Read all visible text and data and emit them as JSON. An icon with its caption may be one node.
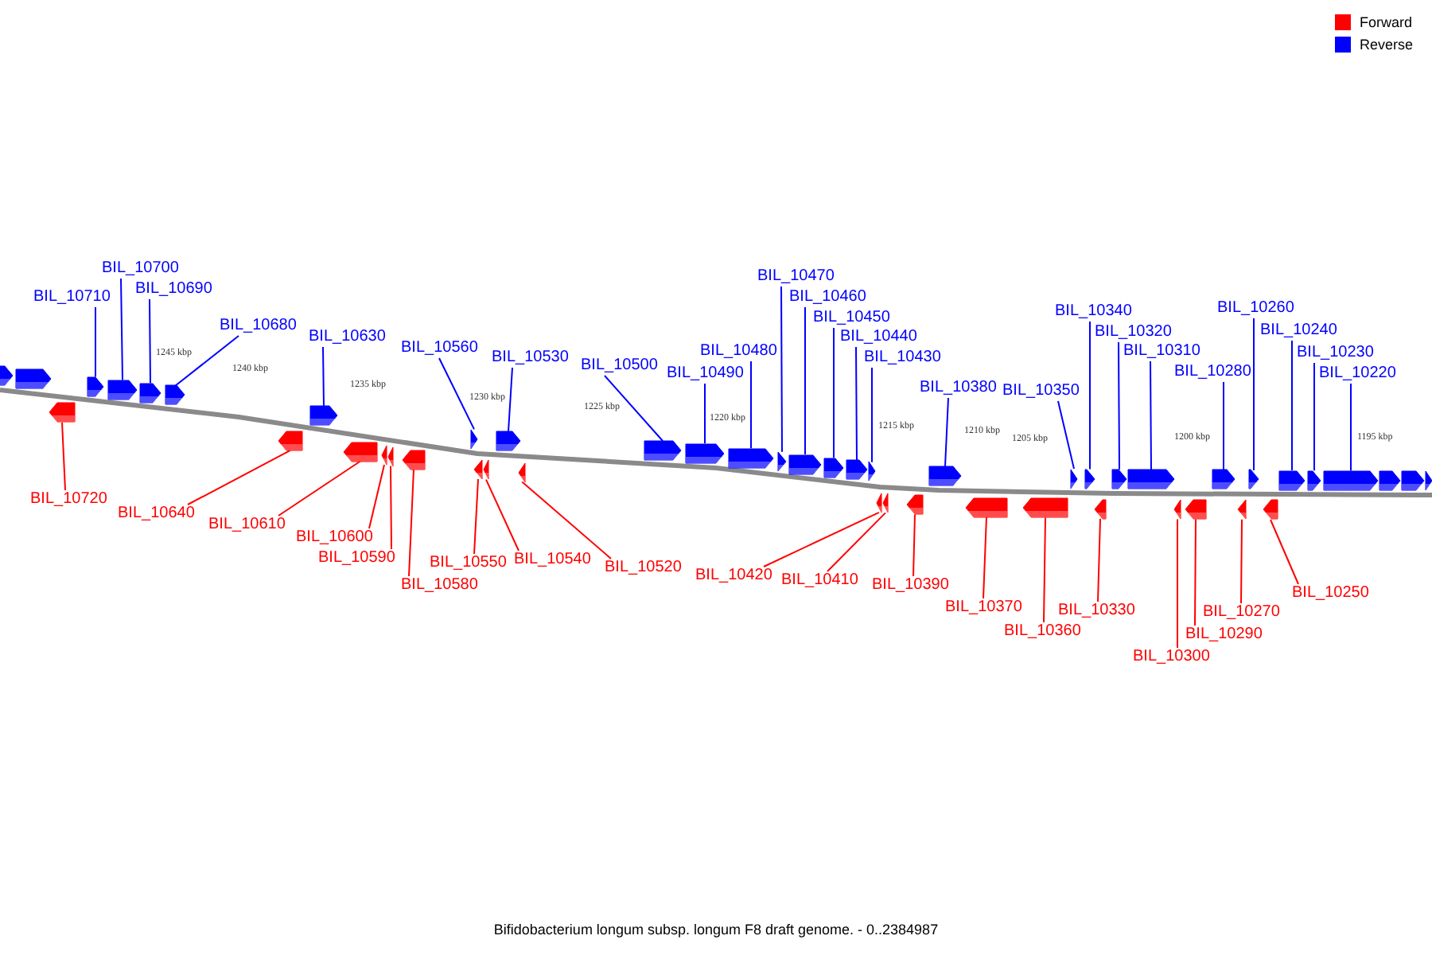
{
  "diagram": {
    "caption": "Bifidobacterium longum subsp. longum F8 draft genome. - 0..2384987",
    "nodes": [
      {
        "text": [
          "BIL_10710"
        ]
      },
      {
        "text": [
          "BIL_10700"
        ]
      },
      {
        "text": [
          "BIL_10690"
        ]
      },
      {
        "text": [
          "BIL_10680"
        ]
      },
      {
        "text": [
          "BIL_10630"
        ]
      },
      {
        "text": [
          "BIL_10560"
        ]
      },
      {
        "text": [
          "BIL_10530"
        ]
      },
      {
        "text": [
          "BIL_10500"
        ]
      },
      {
        "text": [
          "BIL_10490"
        ]
      },
      {
        "text": [
          "BIL_10480"
        ]
      },
      {
        "text": [
          "BIL_10470"
        ]
      },
      {
        "text": [
          "BIL_10460"
        ]
      },
      {
        "text": [
          "BIL_10450"
        ]
      },
      {
        "text": [
          "BIL_10440"
        ]
      },
      {
        "text": [
          "BIL_10430"
        ]
      },
      {
        "text": [
          "BIL_10380"
        ]
      },
      {
        "text": [
          "BIL_10350"
        ]
      },
      {
        "text": [
          "BIL_10340"
        ]
      },
      {
        "text": [
          "BIL_10320"
        ]
      },
      {
        "text": [
          "BIL_10310"
        ]
      },
      {
        "text": [
          "BIL_10280"
        ]
      },
      {
        "text": [
          "BIL_10260"
        ]
      },
      {
        "text": [
          "BIL_10240"
        ]
      },
      {
        "text": [
          "BIL_10230"
        ]
      },
      {
        "text": [
          "BIL_10220"
        ]
      },
      {
        "text": [
          "BIL_10720"
        ]
      },
      {
        "text": [
          "BIL_10640"
        ]
      },
      {
        "text": [
          "BIL_10610"
        ]
      },
      {
        "text": [
          "BIL_10600"
        ]
      },
      {
        "text": [
          "BIL_10590"
        ]
      },
      {
        "text": [
          "BIL_10580"
        ]
      },
      {
        "text": [
          "BIL_10550"
        ]
      },
      {
        "text": [
          "BIL_10540"
        ]
      },
      {
        "text": [
          "BIL_10520"
        ]
      },
      {
        "text": [
          "BIL_10420"
        ]
      },
      {
        "text": [
          "BIL_10410"
        ]
      },
      {
        "text": [
          "BIL_10390"
        ]
      },
      {
        "text": [
          "BIL_10370"
        ]
      },
      {
        "text": [
          "BIL_10360"
        ]
      },
      {
        "text": [
          "BIL_10330"
        ]
      },
      {
        "text": [
          "BIL_10300"
        ]
      },
      {
        "text": [
          "BIL_10290"
        ]
      },
      {
        "text": [
          "BIL_10270"
        ]
      },
      {
        "text": [
          "BIL_10250"
        ]
      },
      {
        "text": [],
        "shape": "pentagon"
      },
      {
        "text": [],
        "shape": "pentagon"
      },
      {
        "text": [],
        "shape": "pentagon"
      },
      {
        "text": [],
        "shape": "pentagon"
      },
      {
        "text": [],
        "shape": "pentagon"
      },
      {
        "text": [],
        "shape": "pentagon"
      },
      {
        "text": [],
        "shape": "pentagon"
      },
      {
        "text": [],
        "shape": "pentagon"
      },
      {
        "text": [],
        "shape": "pentagon"
      },
      {
        "text": [],
        "shape": "pentagon"
      },
      {
        "text": [],
        "shape": "pentagon"
      },
      {
        "text": [],
        "shape": "pentagon"
      },
      {
        "text": [],
        "shape": "pentagon"
      },
      {
        "text": [],
        "shape": "pentagon"
      },
      {
        "text": [],
        "shape": "pentagon"
      },
      {
        "text": [],
        "shape": "pentagon"
      },
      {
        "text": [],
        "shape": "pentagon"
      },
      {
        "text": [],
        "shape": "pentagon"
      },
      {
        "text": [],
        "shape": "pentagon"
      },
      {
        "text": [],
        "shape": "pentagon"
      },
      {
        "text": [],
        "shape": "pentagon"
      },
      {
        "text": [],
        "shape": "pentagon"
      },
      {
        "text": [],
        "shape": "pentagon"
      },
      {
        "text": [],
        "shape": "pentagon"
      },
      {
        "text": [],
        "shape": "pentagon"
      },
      {
        "text": [],
        "shape": "pentagon"
      },
      {
        "text": [],
        "shape": "pentagon"
      },
      {
        "text": [],
        "shape": "pentagon"
      },
      {
        "text": [],
        "shape": "pentagon"
      },
      {
        "text": [],
        "shape": "pentagon"
      },
      {
        "text": [],
        "shape": "pentagon"
      },
      {
        "text": [],
        "shape": "pentagon"
      },
      {
        "text": [],
        "shape": "pentagon"
      },
      {
        "text": [],
        "shape": "pentagon"
      },
      {
        "text": [],
        "shape": "pentagon"
      },
      {
        "text": [],
        "shape": "pentagon"
      },
      {
        "text": [],
        "shape": "pentagon"
      },
      {
        "text": [],
        "shape": "pentagon"
      },
      {
        "text": [],
        "shape": "pentagon"
      },
      {
        "text": [],
        "shape": "pentagon"
      },
      {
        "text": [],
        "shape": "pentagon"
      },
      {
        "text": [],
        "shape": "pentagon"
      },
      {
        "text": [],
        "shape": "pentagon"
      },
      {
        "text": [],
        "shape": "pentagon"
      },
      {
        "text": [],
        "shape": "pentagon"
      },
      {
        "text": [],
        "shape": "pentagon"
      },
      {
        "text": [],
        "shape": "pentagon"
      },
      {
        "text": [],
        "shape": "pentagon"
      },
      {
        "text": [],
        "shape": "pentagon"
      }
    ],
    "edges": [
      {
        "from": 0,
        "to": 47,
        "arrow": "none",
        "color": "#0000ff"
      },
      {
        "from": 1,
        "to": 48,
        "arrow": "none",
        "color": "#0000ff"
      },
      {
        "from": 2,
        "to": 49,
        "arrow": "none",
        "color": "#0000ff"
      },
      {
        "from": 3,
        "to": 50,
        "arrow": "none",
        "color": "#0000ff"
      },
      {
        "from": 4,
        "to": 52,
        "arrow": "none",
        "color": "#0000ff"
      },
      {
        "from": 5,
        "to": 57,
        "arrow": "none",
        "color": "#0000ff"
      },
      {
        "from": 6,
        "to": 60,
        "arrow": "none",
        "color": "#0000ff"
      },
      {
        "from": 7,
        "to": 62,
        "arrow": "none",
        "color": "#0000ff"
      },
      {
        "from": 8,
        "to": 63,
        "arrow": "none",
        "color": "#0000ff"
      },
      {
        "from": 9,
        "to": 64,
        "arrow": "none",
        "color": "#0000ff"
      },
      {
        "from": 10,
        "to": 65,
        "arrow": "none",
        "color": "#0000ff"
      },
      {
        "from": 11,
        "to": 66,
        "arrow": "none",
        "color": "#0000ff"
      },
      {
        "from": 12,
        "to": 67,
        "arrow": "none",
        "color": "#0000ff"
      },
      {
        "from": 13,
        "to": 68,
        "arrow": "none",
        "color": "#0000ff"
      },
      {
        "from": 14,
        "to": 69,
        "arrow": "none",
        "color": "#0000ff"
      },
      {
        "from": 15,
        "to": 73,
        "arrow": "none",
        "color": "#0000ff"
      },
      {
        "from": 16,
        "to": 76,
        "arrow": "none",
        "color": "#0000ff"
      },
      {
        "from": 17,
        "to": 77,
        "arrow": "none",
        "color": "#0000ff"
      },
      {
        "from": 18,
        "to": 79,
        "arrow": "none",
        "color": "#0000ff"
      },
      {
        "from": 19,
        "to": 80,
        "arrow": "none",
        "color": "#0000ff"
      },
      {
        "from": 20,
        "to": 83,
        "arrow": "none",
        "color": "#0000ff"
      },
      {
        "from": 21,
        "to": 85,
        "arrow": "none",
        "color": "#0000ff"
      },
      {
        "from": 22,
        "to": 87,
        "arrow": "none",
        "color": "#0000ff"
      },
      {
        "from": 23,
        "to": 88,
        "arrow": "none",
        "color": "#0000ff"
      },
      {
        "from": 24,
        "to": 89,
        "arrow": "none",
        "color": "#0000ff"
      },
      {
        "from": 25,
        "to": 46,
        "arrow": "none",
        "color": "#ff0000"
      },
      {
        "from": 26,
        "to": 51,
        "arrow": "none",
        "color": "#ff0000"
      },
      {
        "from": 27,
        "to": 53,
        "arrow": "none",
        "color": "#ff0000"
      },
      {
        "from": 28,
        "to": 54,
        "arrow": "none",
        "color": "#ff0000"
      },
      {
        "from": 29,
        "to": 55,
        "arrow": "none",
        "color": "#ff0000"
      },
      {
        "from": 30,
        "to": 56,
        "arrow": "none",
        "color": "#ff0000"
      },
      {
        "from": 31,
        "to": 58,
        "arrow": "none",
        "color": "#ff0000"
      },
      {
        "from": 32,
        "to": 59,
        "arrow": "none",
        "color": "#ff0000"
      },
      {
        "from": 33,
        "to": 61,
        "arrow": "none",
        "color": "#ff0000"
      },
      {
        "from": 34,
        "to": 70,
        "arrow": "none",
        "color": "#ff0000"
      },
      {
        "from": 35,
        "to": 71,
        "arrow": "none",
        "color": "#ff0000"
      },
      {
        "from": 36,
        "to": 72,
        "arrow": "none",
        "color": "#ff0000"
      },
      {
        "from": 37,
        "to": 74,
        "arrow": "none",
        "color": "#ff0000"
      },
      {
        "from": 38,
        "to": 75,
        "arrow": "none",
        "color": "#ff0000"
      },
      {
        "from": 39,
        "to": 78,
        "arrow": "none",
        "color": "#ff0000"
      },
      {
        "from": 40,
        "to": 81,
        "arrow": "none",
        "color": "#ff0000"
      },
      {
        "from": 41,
        "to": 82,
        "arrow": "none",
        "color": "#ff0000"
      },
      {
        "from": 42,
        "to": 84,
        "arrow": "none",
        "color": "#ff0000"
      },
      {
        "from": 43,
        "to": 86,
        "arrow": "none",
        "color": "#ff0000"
      }
    ],
    "labels": [
      "1245 kbp",
      "1240 kbp",
      "1235 kbp",
      "1230 kbp",
      "1225 kbp",
      "1220 kbp",
      "1215 kbp",
      "1210 kbp",
      "1205 kbp",
      "1200 kbp",
      "1195 kbp"
    ],
    "legend": [
      {
        "text": "Forward",
        "color": "#ff0000"
      },
      {
        "text": "Reverse",
        "color": "#0000ff"
      }
    ]
  }
}
